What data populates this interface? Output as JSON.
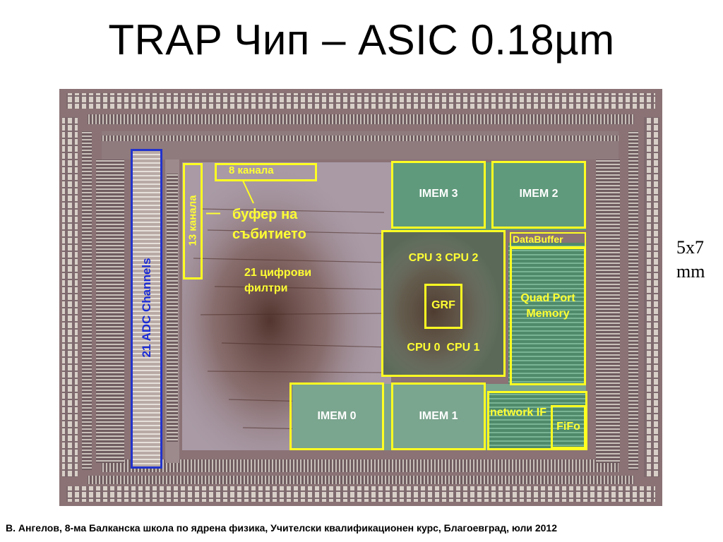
{
  "title": "TRAP Чип – ASIC 0.18µm",
  "labels": {
    "adc_channels": "21 ADC Channels",
    "channels_13": "13 канала",
    "channels_8": "8 канала",
    "event_buffer": "буфер на събитието",
    "event_buffer_dash": "—",
    "digital_filters": "21 цифрови филтри",
    "imem3": "IMEM 3",
    "imem2": "IMEM 2",
    "imem1": "IMEM 1",
    "imem0": "IMEM 0",
    "databuffer": "DataBuffer",
    "cpu32": "CPU 3 CPU 2",
    "cpu01": "CPU 0  CPU 1",
    "grf": "GRF",
    "quad_port_memory": "Quad Port Memory",
    "network_if": "network IF",
    "fifo": "FiFo"
  },
  "size_note": "5x7 mm",
  "footer": "В. Ангелов, 8-ма Балканска школа по ядрена физика, Учителски квалификационен курс, Благоевград, юли 2012",
  "colors": {
    "highlight": "#ffff22",
    "adc_outline": "#2233cc",
    "die_base": "#8c7478",
    "digital_area": "#a99aa6",
    "memory_area": "#5f9a7c"
  }
}
